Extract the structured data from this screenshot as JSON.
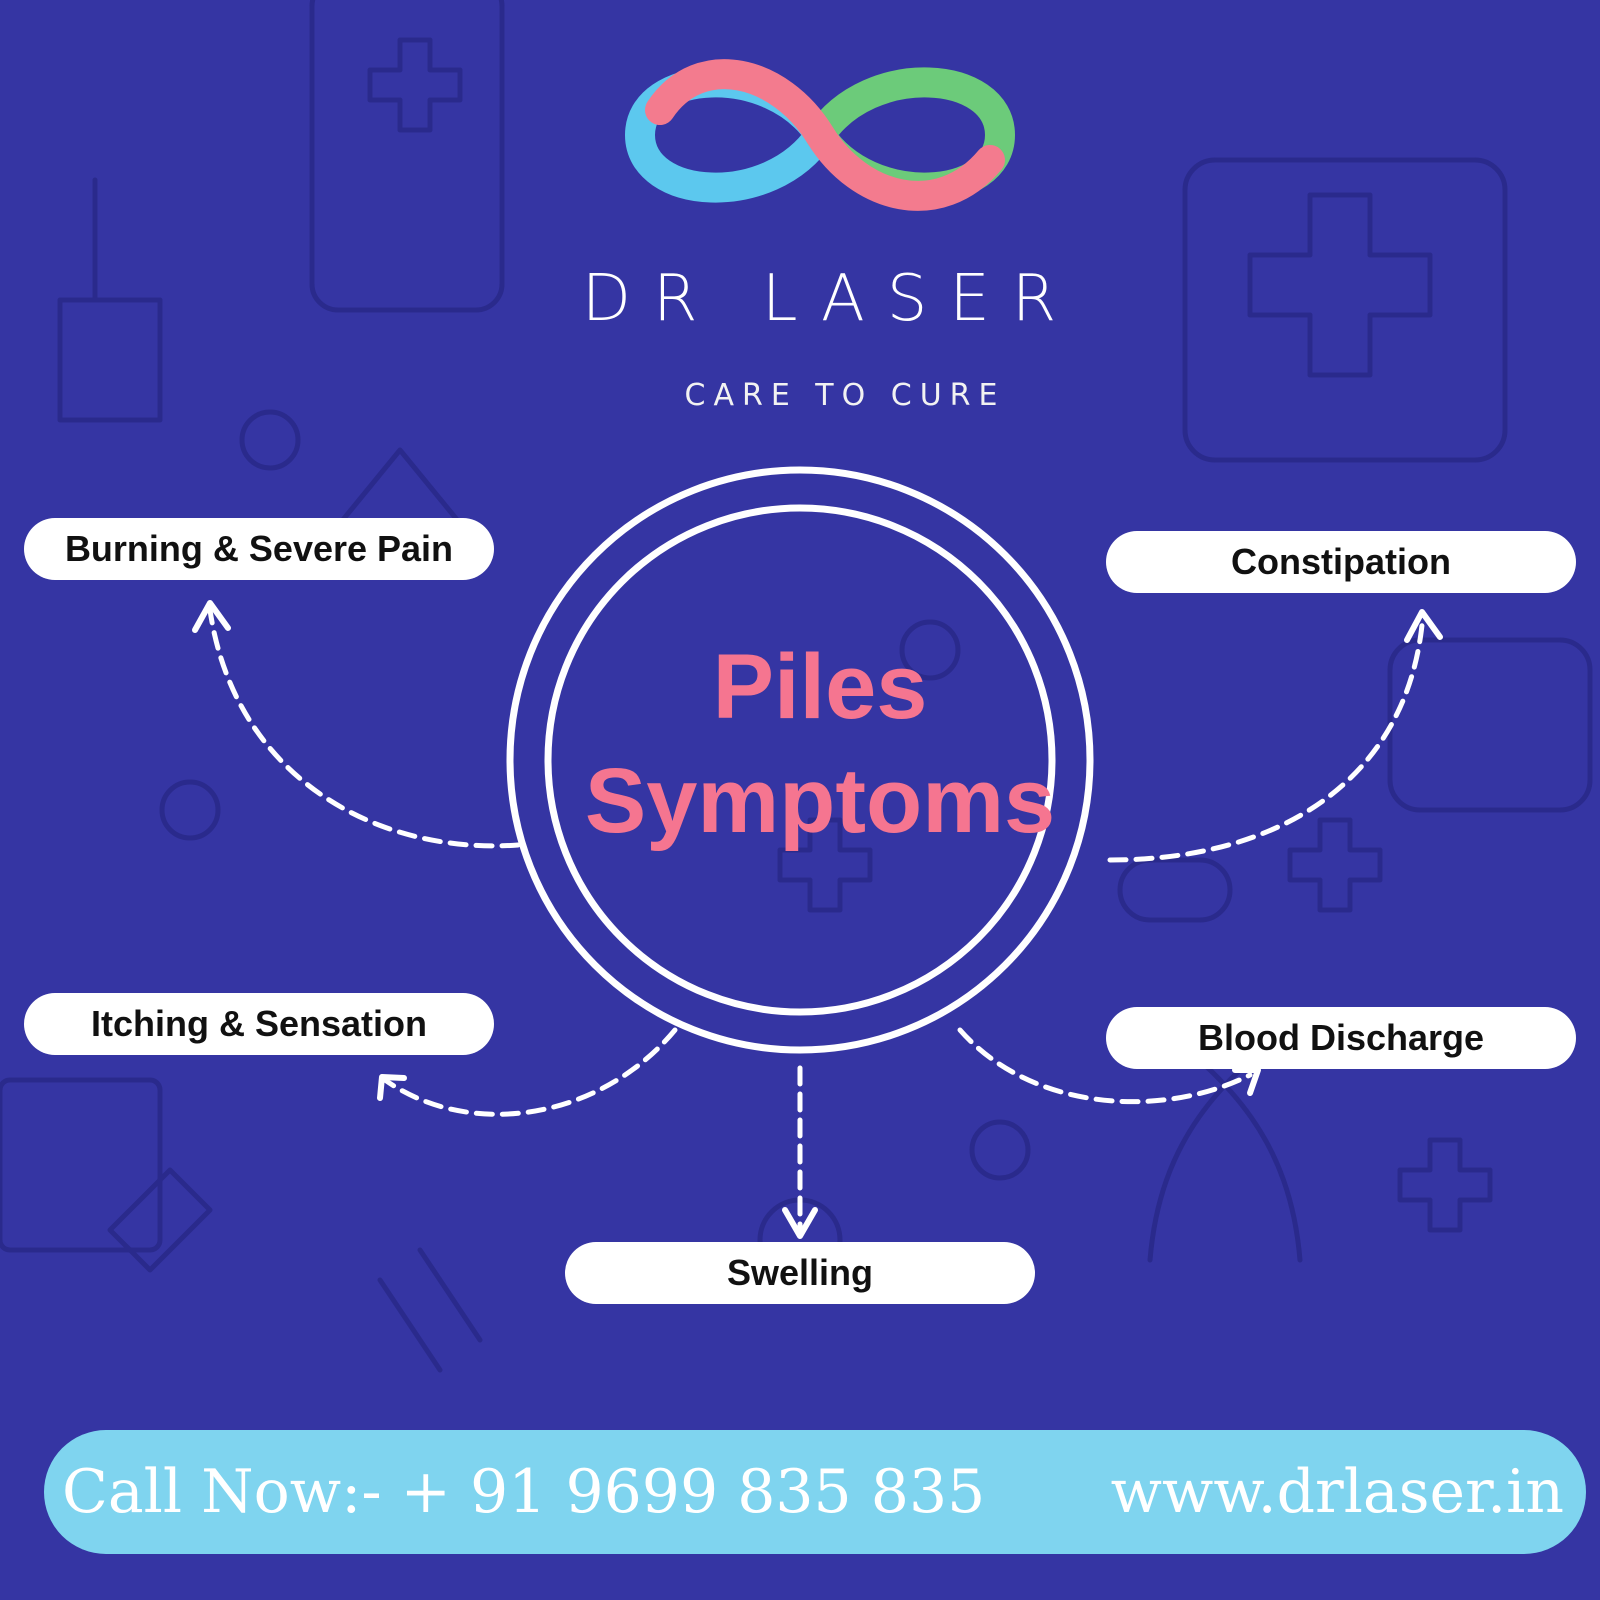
{
  "brand": {
    "name": "DR LASER",
    "tagline": "CARE TO CURE",
    "logo_icon": "infinity-icon"
  },
  "diagram": {
    "center_title": [
      "Piles",
      "Symptoms"
    ],
    "symptoms": [
      "Burning & Severe Pain",
      "Constipation",
      "Itching & Sensation",
      "Blood Discharge",
      "Swelling"
    ]
  },
  "footer": {
    "call_text": "Call Now:- + 91 9699 835 835",
    "website": "www.drlaser.in"
  },
  "colors": {
    "background": "#3535a3",
    "accent": "#f57590",
    "footer_bar": "#7fd4ef",
    "logo_pink": "#f37b8e",
    "logo_blue": "#5cc8ee",
    "logo_green": "#6ccb7a"
  }
}
